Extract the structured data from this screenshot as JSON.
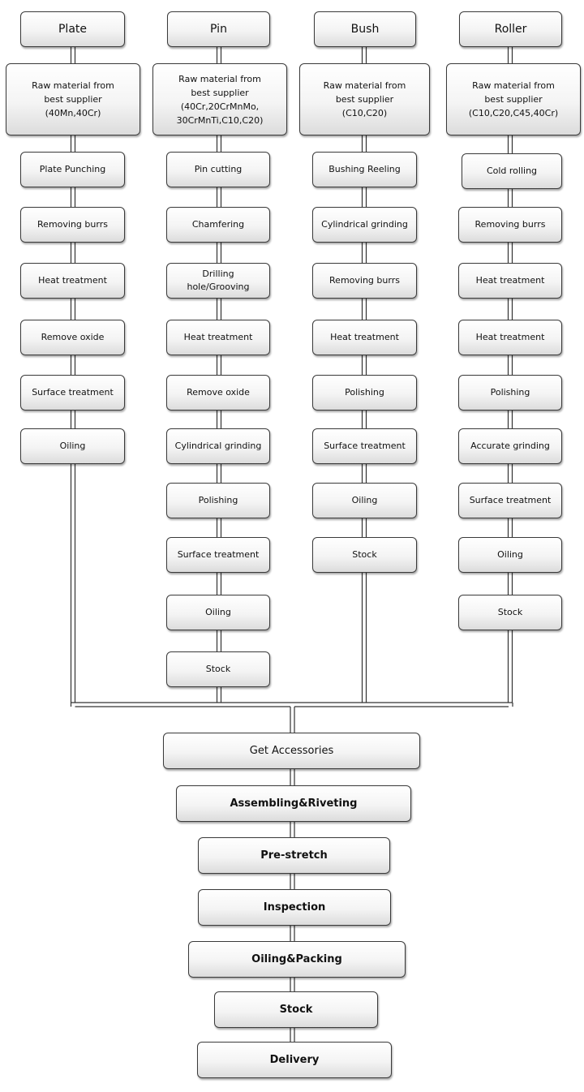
{
  "columns": [
    {
      "header": "Plate",
      "raw": "Raw material from\nbest supplier\n(40Mn,40Cr)",
      "steps": [
        "Plate Punching",
        "Removing burrs",
        "Heat treatment",
        "Remove oxide",
        "Surface treatment",
        "Oiling"
      ]
    },
    {
      "header": "Pin",
      "raw": "Raw material from\nbest supplier\n(40Cr,20CrMnMo,\n30CrMnTi,C10,C20)",
      "steps": [
        "Pin cutting",
        "Chamfering",
        "Drilling\nhole/Grooving",
        "Heat treatment",
        "Remove oxide",
        "Cylindrical grinding",
        "Polishing",
        "Surface treatment",
        "Oiling",
        "Stock"
      ]
    },
    {
      "header": "Bush",
      "raw": "Raw material from\nbest supplier\n(C10,C20)",
      "steps": [
        "Bushing Reeling",
        "Cylindrical grinding",
        "Removing burrs",
        "Heat treatment",
        "Polishing",
        "Surface treatment",
        "Oiling",
        "Stock"
      ]
    },
    {
      "header": "Roller",
      "raw": "Raw material from\nbest supplier\n(C10,C20,C45,40Cr)",
      "steps": [
        "Cold rolling",
        "Removing burrs",
        "Heat treatment",
        "Heat treatment",
        "Polishing",
        "Accurate grinding",
        "Surface treatment",
        "Oiling",
        "Stock"
      ]
    }
  ],
  "final_steps": [
    "Get Accessories",
    "Assembling&Riveting",
    "Pre-stretch",
    "Inspection",
    "Oiling&Packing",
    "Stock",
    "Delivery"
  ]
}
